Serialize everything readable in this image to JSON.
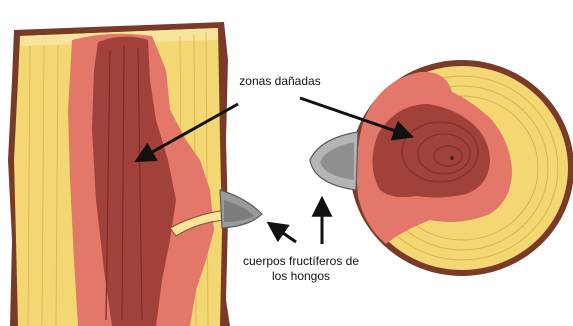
{
  "labels": {
    "damaged_zones": "zonas dañadas",
    "fruiting_bodies_line1": "cuerpos fructíferos de",
    "fruiting_bodies_line2": "los hongos"
  },
  "colors": {
    "sound_wood": "#f2d772",
    "damaged_light": "#e2776a",
    "damaged_dark": "#a2403a",
    "bark": "#7a3a28",
    "fungus": "#9a9a9a",
    "arrow": "#111111"
  }
}
